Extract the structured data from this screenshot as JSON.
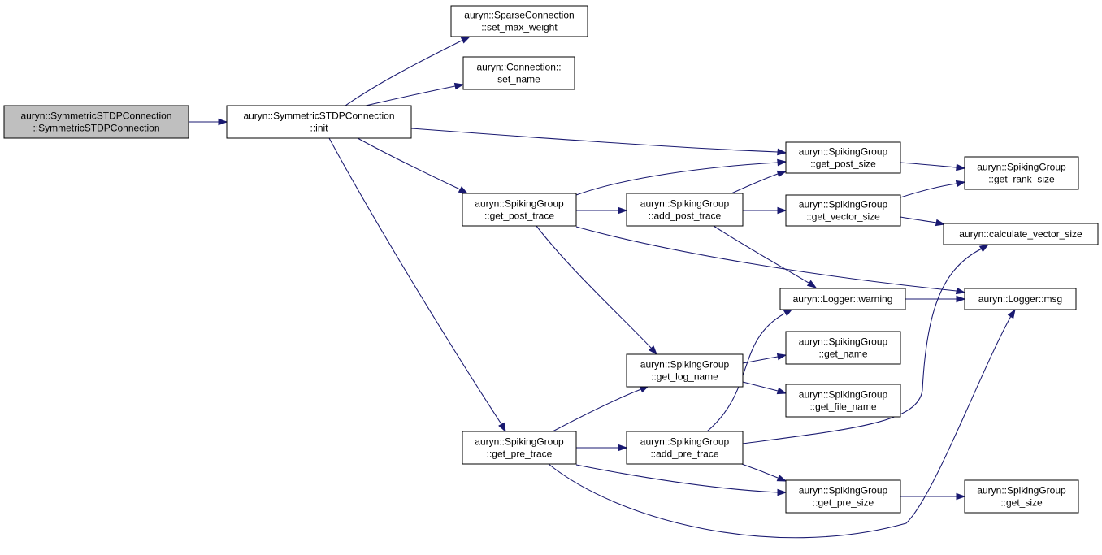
{
  "graph": {
    "colors": {
      "edge": "#191970",
      "root_fill": "#bfbfbf",
      "node_fill": "#ffffff",
      "node_border": "#000000"
    },
    "nodes": [
      {
        "id": "sym_ctor",
        "lines": [
          "auryn::SymmetricSTDPConnection",
          "::SymmetricSTDPConnection"
        ],
        "highlighted": true
      },
      {
        "id": "sym_init",
        "lines": [
          "auryn::SymmetricSTDPConnection",
          "::init"
        ]
      },
      {
        "id": "sparse_set_max_weight",
        "lines": [
          "auryn::SparseConnection",
          "::set_max_weight"
        ]
      },
      {
        "id": "conn_set_name",
        "lines": [
          "auryn::Connection::",
          "set_name"
        ]
      },
      {
        "id": "sg_get_post_trace",
        "lines": [
          "auryn::SpikingGroup",
          "::get_post_trace"
        ]
      },
      {
        "id": "sg_get_pre_trace",
        "lines": [
          "auryn::SpikingGroup",
          "::get_pre_trace"
        ]
      },
      {
        "id": "sg_add_post_trace",
        "lines": [
          "auryn::SpikingGroup",
          "::add_post_trace"
        ]
      },
      {
        "id": "sg_get_log_name",
        "lines": [
          "auryn::SpikingGroup",
          "::get_log_name"
        ]
      },
      {
        "id": "sg_add_pre_trace",
        "lines": [
          "auryn::SpikingGroup",
          "::add_pre_trace"
        ]
      },
      {
        "id": "sg_get_post_size",
        "lines": [
          "auryn::SpikingGroup",
          "::get_post_size"
        ]
      },
      {
        "id": "sg_get_vector_size",
        "lines": [
          "auryn::SpikingGroup",
          "::get_vector_size"
        ]
      },
      {
        "id": "logger_warning",
        "lines": [
          "auryn::Logger::warning"
        ]
      },
      {
        "id": "sg_get_name",
        "lines": [
          "auryn::SpikingGroup",
          "::get_name"
        ]
      },
      {
        "id": "sg_get_file_name",
        "lines": [
          "auryn::SpikingGroup",
          "::get_file_name"
        ]
      },
      {
        "id": "sg_get_pre_size",
        "lines": [
          "auryn::SpikingGroup",
          "::get_pre_size"
        ]
      },
      {
        "id": "sg_get_rank_size",
        "lines": [
          "auryn::SpikingGroup",
          "::get_rank_size"
        ]
      },
      {
        "id": "calc_vector_size",
        "lines": [
          "auryn::calculate_vector_size"
        ]
      },
      {
        "id": "logger_msg",
        "lines": [
          "auryn::Logger::msg"
        ]
      },
      {
        "id": "sg_get_size",
        "lines": [
          "auryn::SpikingGroup",
          "::get_size"
        ]
      }
    ],
    "edges": [
      {
        "from": "sym_ctor",
        "to": "sym_init"
      },
      {
        "from": "sym_init",
        "to": "sparse_set_max_weight"
      },
      {
        "from": "sym_init",
        "to": "conn_set_name"
      },
      {
        "from": "sym_init",
        "to": "sg_get_post_size"
      },
      {
        "from": "sym_init",
        "to": "sg_get_post_trace"
      },
      {
        "from": "sym_init",
        "to": "sg_get_pre_trace"
      },
      {
        "from": "sg_get_post_trace",
        "to": "sg_get_post_size"
      },
      {
        "from": "sg_get_post_trace",
        "to": "sg_add_post_trace"
      },
      {
        "from": "sg_get_post_trace",
        "to": "logger_msg"
      },
      {
        "from": "sg_get_post_trace",
        "to": "sg_get_log_name"
      },
      {
        "from": "sg_add_post_trace",
        "to": "sg_get_post_size"
      },
      {
        "from": "sg_add_post_trace",
        "to": "sg_get_vector_size"
      },
      {
        "from": "sg_add_post_trace",
        "to": "logger_warning"
      },
      {
        "from": "sg_get_post_size",
        "to": "sg_get_rank_size"
      },
      {
        "from": "sg_get_vector_size",
        "to": "sg_get_rank_size"
      },
      {
        "from": "sg_get_vector_size",
        "to": "calc_vector_size"
      },
      {
        "from": "logger_warning",
        "to": "logger_msg"
      },
      {
        "from": "sg_get_log_name",
        "to": "sg_get_name"
      },
      {
        "from": "sg_get_log_name",
        "to": "sg_get_file_name"
      },
      {
        "from": "sg_get_pre_trace",
        "to": "sg_get_log_name"
      },
      {
        "from": "sg_get_pre_trace",
        "to": "sg_add_pre_trace"
      },
      {
        "from": "sg_get_pre_trace",
        "to": "sg_get_pre_size"
      },
      {
        "from": "sg_get_pre_trace",
        "to": "logger_msg"
      },
      {
        "from": "sg_add_pre_trace",
        "to": "logger_warning"
      },
      {
        "from": "sg_add_pre_trace",
        "to": "calc_vector_size"
      },
      {
        "from": "sg_add_pre_trace",
        "to": "sg_get_pre_size"
      },
      {
        "from": "sg_get_pre_size",
        "to": "sg_get_size"
      }
    ]
  }
}
